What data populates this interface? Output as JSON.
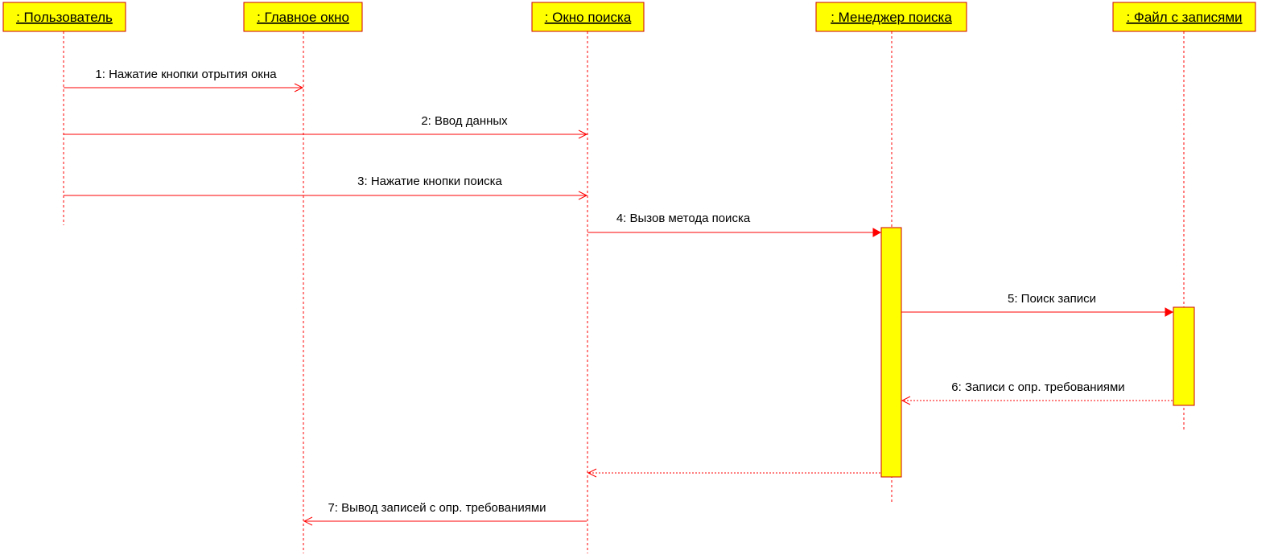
{
  "colors": {
    "head_fill": "#ffff00",
    "head_border": "#cc0000",
    "line": "#ff0000",
    "activation_fill": "#ffff00",
    "activation_border": "#cc0000",
    "text": "#000000"
  },
  "lifelines": [
    {
      "id": "user",
      "label": ": Пользователь"
    },
    {
      "id": "main_window",
      "label": ": Главное окно"
    },
    {
      "id": "search_window",
      "label": ": Окно поиска"
    },
    {
      "id": "search_manager",
      "label": ": Менеджер поиска"
    },
    {
      "id": "records_file",
      "label": ": Файл с записями"
    }
  ],
  "messages": [
    {
      "n": 1,
      "from": "user",
      "to": "main_window",
      "kind": "async",
      "label": "1: Нажатие кнопки отрытия окна"
    },
    {
      "n": 2,
      "from": "user",
      "to": "search_window",
      "kind": "async",
      "label": "2: Ввод данных"
    },
    {
      "n": 3,
      "from": "user",
      "to": "search_window",
      "kind": "async",
      "label": "3: Нажатие кнопки поиска"
    },
    {
      "n": 4,
      "from": "search_window",
      "to": "search_manager",
      "kind": "sync",
      "label": "4: Вызов метода поиска"
    },
    {
      "n": 5,
      "from": "search_manager",
      "to": "records_file",
      "kind": "sync",
      "label": "5: Поиск записи"
    },
    {
      "n": 6,
      "from": "records_file",
      "to": "search_manager",
      "kind": "return",
      "label": "6: Записи с опр. требованиями"
    },
    {
      "n": 7,
      "from": "search_manager",
      "to": "search_window",
      "kind": "return",
      "label": ""
    },
    {
      "n": 8,
      "from": "search_window",
      "to": "main_window",
      "kind": "async",
      "label": "7: Вывод записей с опр. требованиями"
    }
  ]
}
